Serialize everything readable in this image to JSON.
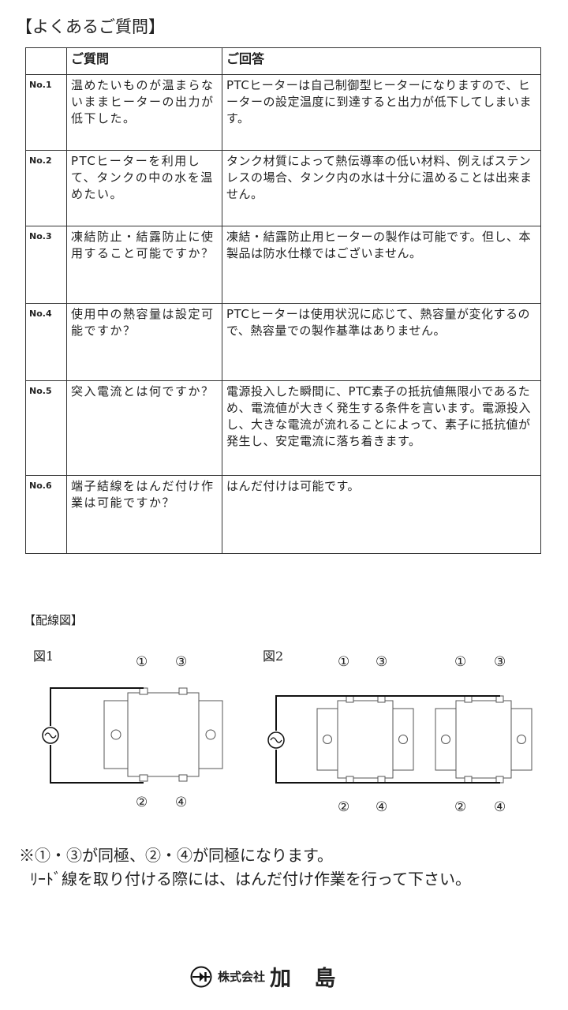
{
  "faq": {
    "title": "【よくあるご質問】",
    "headers": {
      "num": "",
      "question": "ご質問",
      "answer": "ご回答"
    },
    "rows": [
      {
        "num": "No.1",
        "question": "温めたいものが温まらないままヒーターの出力が低下した。",
        "answer": "PTCヒーターは自己制御型ヒーターになりますので、ヒーターの設定温度に到達すると出力が低下してしまいます。"
      },
      {
        "num": "No.2",
        "question": "PTCヒーターを利用して、タンクの中の水を温めたい。",
        "answer": "タンク材質によって熱伝導率の低い材料、例えばステンレスの場合、タンク内の水は十分に温めることは出来ません。"
      },
      {
        "num": "No.3",
        "question": "凍結防止・結露防止に使用すること可能ですか？",
        "answer": "凍結・結露防止用ヒーターの製作は可能です。但し、本製品は防水仕様ではございません。"
      },
      {
        "num": "No.4",
        "question": "使用中の熱容量は設定可能ですか？",
        "answer": "PTCヒーターは使用状況に応じて、熱容量が変化するので、熱容量での製作基準はありません。"
      },
      {
        "num": "No.5",
        "question": "突入電流とは何ですか？",
        "answer": "電源投入した瞬間に、PTC素子の抵抗値無限小であるため、電流値が大きく発生する条件を言います。電源投入し、大きな電流が流れることによって、素子に抵抗値が発生し、安定電流に落ち着きます。"
      },
      {
        "num": "No.6",
        "question": "端子結線をはんだ付け作業は可能ですか？",
        "answer": "はんだ付けは可能です。"
      }
    ]
  },
  "wiring": {
    "title": "【配線図】",
    "fig1_label": "図1",
    "fig2_label": "図2",
    "terminal_1": "①",
    "terminal_2": "②",
    "terminal_3": "③",
    "terminal_4": "④"
  },
  "notes": {
    "line1": "※①・③が同極、②・④が同極になります。",
    "line2": "ﾘｰﾄﾞ線を取り付ける際には、はんだ付け作業を行って下さい。"
  },
  "footer": {
    "company": "株式会社",
    "brand": "加 島"
  }
}
